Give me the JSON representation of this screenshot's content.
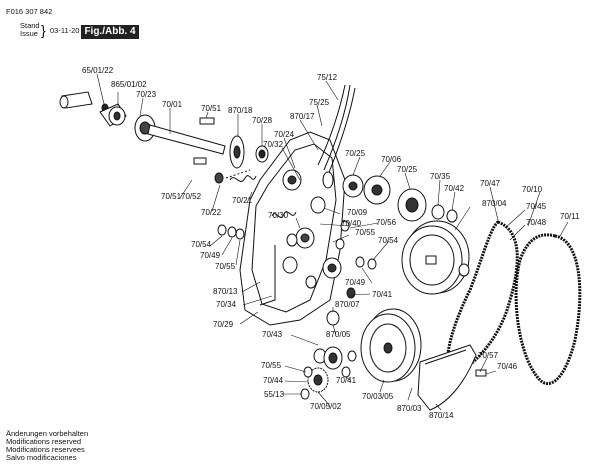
{
  "header": {
    "doc_number": "F016 307 842",
    "stand_label": "Stand",
    "issue_label": "Issue",
    "date": "03-11-20",
    "figure_label": "Fig./Abb. 4"
  },
  "footer": {
    "lines": [
      "Änderungen vorbehalten",
      "Modifications reserved",
      "Modifications reservees",
      "Salvo modificaciones"
    ]
  },
  "parts": [
    "65/01/22",
    "865/01/02",
    "70/23",
    "70/01",
    "70/51",
    "870/18",
    "70/28",
    "75/12",
    "75/25",
    "870/17",
    "70/24",
    "70/32",
    "70/25",
    "70/06",
    "70/25",
    "70/35",
    "70/42",
    "70/47",
    "70/10",
    "70/11",
    "70/51",
    "70/52",
    "70/22",
    "70/21",
    "70/30",
    "70/09",
    "70/56",
    "70/40",
    "70/55",
    "70/54",
    "70/45",
    "70/48",
    "870/04",
    "70/54",
    "70/49",
    "70/55",
    "70/49",
    "70/41",
    "870/13",
    "70/34",
    "870/07",
    "70/29",
    "70/43",
    "870/05",
    "70/55",
    "70/44",
    "70/41",
    "55/13",
    "70/05/02",
    "70/03/05",
    "870/03",
    "870/14",
    "70/57",
    "70/46"
  ]
}
